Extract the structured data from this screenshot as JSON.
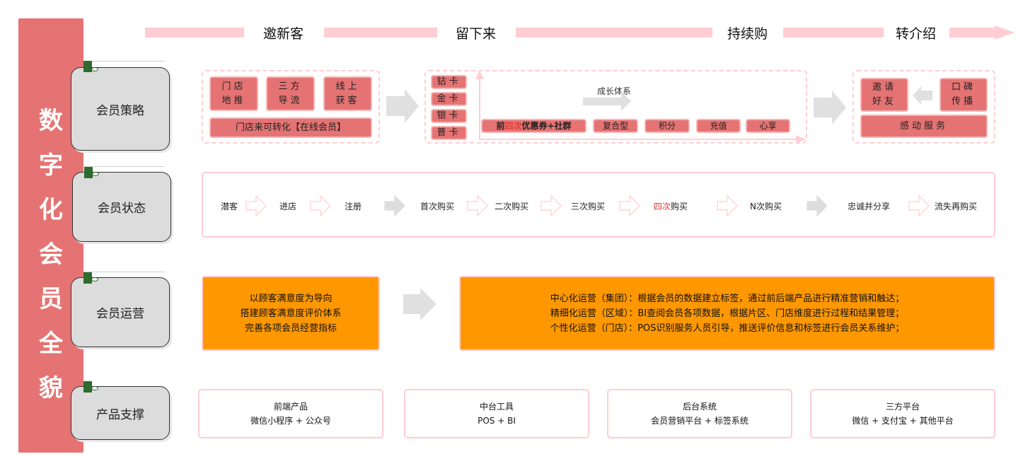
{
  "title": [
    "数",
    "字",
    "化",
    "会",
    "员",
    "全",
    "貌"
  ],
  "stages": [
    "邀新客",
    "留下来",
    "持续购",
    "转介绍"
  ],
  "categories": {
    "strategy": "会员策略",
    "state": "会员状态",
    "operations": "会员运营",
    "products": "产品支撑"
  },
  "acquire": {
    "items": [
      {
        "line1": "门店",
        "line2": "地推"
      },
      {
        "line1": "三方",
        "line2": "导流"
      },
      {
        "line1": "线上",
        "line2": "获客"
      }
    ],
    "convert": "门店来可转化【在线会员】"
  },
  "retain": {
    "cards": [
      "钻卡",
      "金卡",
      "银卡",
      "普卡"
    ],
    "growth_label": "成长体系",
    "benefits": {
      "first": {
        "pre": "前",
        "highlight": "四次",
        "post": "优惠券+社群"
      },
      "others": [
        "复合型",
        "积分",
        "充值",
        "心享"
      ]
    }
  },
  "referral": {
    "invite": {
      "line1": "邀请",
      "line2": "好友"
    },
    "word_of_mouth": {
      "line1": "口碑",
      "line2": "传播"
    },
    "service": "感动服务"
  },
  "member_states": [
    {
      "text": "潜客"
    },
    {
      "text": "进店"
    },
    {
      "text": "注册"
    },
    {
      "text": "首次购买"
    },
    {
      "text": "二次购买"
    },
    {
      "text": "三次购买"
    },
    {
      "highlight": "四次",
      "text": "购买"
    },
    {
      "text": "N次购买"
    },
    {
      "text": "忠诚并分享"
    },
    {
      "text": "流失再购买"
    }
  ],
  "operations": {
    "left": [
      "以顾客满意度为导向",
      "搭建顾客满意度评价体系",
      "完善各项会员经营指标"
    ],
    "right": [
      "中心化运营（集团）：根据会员的数据建立标签，通过前后端产品进行精准营销和触达；",
      "精细化运营（区域）：BI查阅会员各项数据，根据片区、门店维度进行过程和结果管理；",
      "个性化运营（门店）：POS识别服务人员引导，推送评价信息和标签进行会员关系维护；"
    ]
  },
  "products": [
    {
      "title": "前端产品",
      "detail": "微信小程序 + 公众号"
    },
    {
      "title": "中台工具",
      "detail": "POS + BI"
    },
    {
      "title": "后台系统",
      "detail": "会员营销平台 + 标签系统"
    },
    {
      "title": "三方平台",
      "detail": "微信 + 支付宝 + 其他平台"
    }
  ],
  "colors": {
    "accent_red": "#e57373",
    "pink_line": "#ffcdd2",
    "orange": "#ff9800",
    "highlight_red": "#e53935",
    "card_gray": "#dcdcdc",
    "pin_green": "#2e6b2e"
  }
}
